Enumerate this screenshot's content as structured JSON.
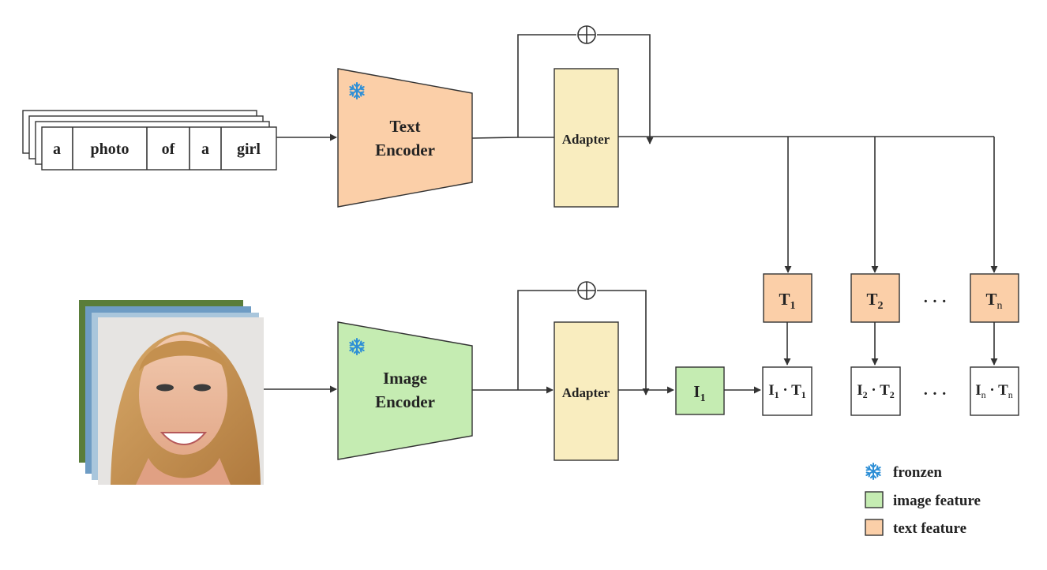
{
  "token_words": [
    "a",
    "photo",
    "of",
    "a",
    "girl"
  ],
  "text_encoder": {
    "line1": "Text",
    "line2": "Encoder"
  },
  "image_encoder": {
    "line1": "Image",
    "line2": "Encoder"
  },
  "adapter_label": "Adapter",
  "plus_symbol": "⊕",
  "image_feature": {
    "base": "I",
    "sub": "1"
  },
  "text_features": [
    {
      "base": "T",
      "sub": "1"
    },
    {
      "base": "T",
      "sub": "2"
    },
    {
      "base": "T",
      "sub": "n"
    }
  ],
  "products": [
    {
      "a": "I",
      "a_sub": "1",
      "dot": " · ",
      "b": "T",
      "b_sub": "1"
    },
    {
      "a": "I",
      "a_sub": "2",
      "dot": " · ",
      "b": "T",
      "b_sub": "2"
    },
    {
      "a": "I",
      "a_sub": "n",
      "dot": " · ",
      "b": "T",
      "b_sub": "n"
    }
  ],
  "ellipsis": "· · ·",
  "legend": [
    {
      "label": "fronzen",
      "kind": "snowflake-icon"
    },
    {
      "label": "image feature",
      "color": "#c5ecb2"
    },
    {
      "label": "text feature",
      "color": "#fbcfa8"
    }
  ],
  "colors": {
    "text_feature": "#fbcfa8",
    "image_feature": "#c5ecb2",
    "adapter": "#f9edbf",
    "snowflake": "#2e8fd6"
  }
}
